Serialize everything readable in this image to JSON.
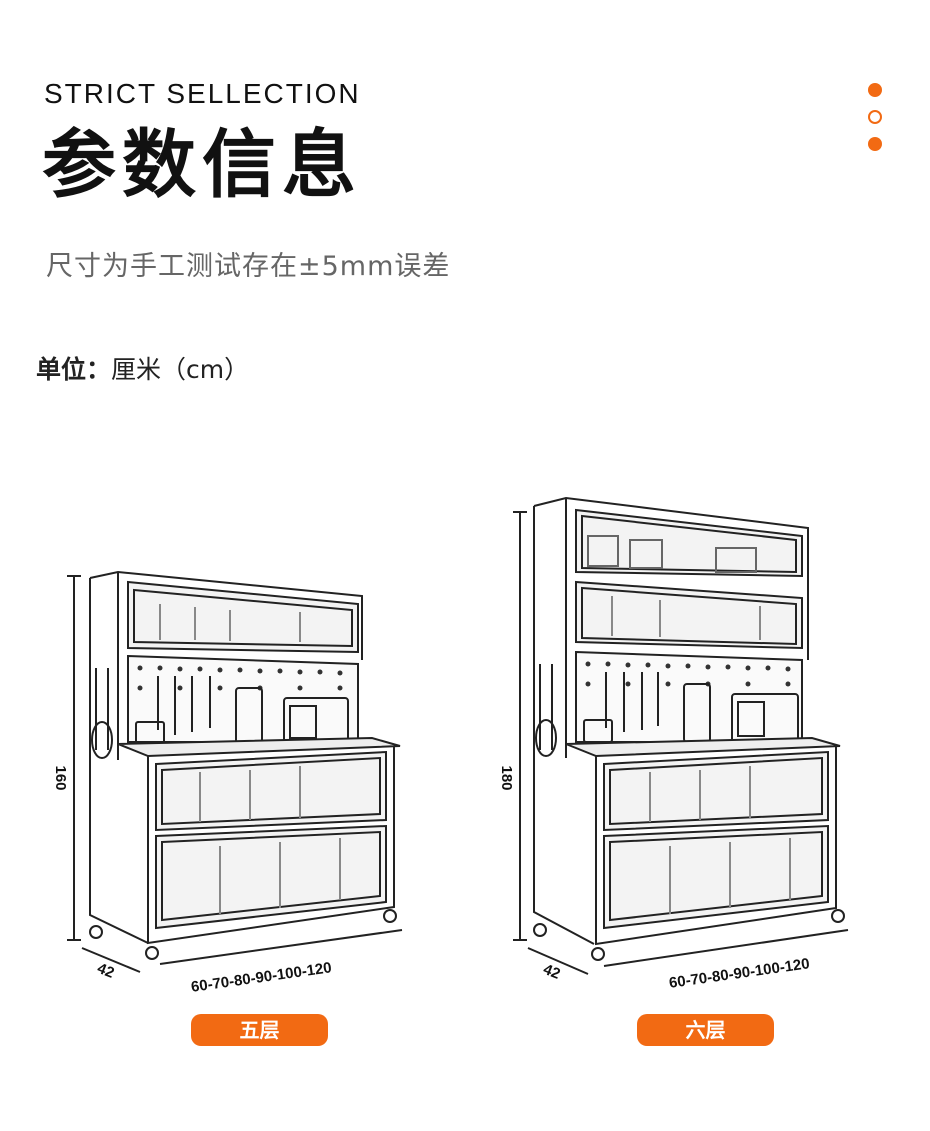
{
  "header": {
    "subtitle": "STRICT SELLECTION",
    "title": "参数信息",
    "note": "尺寸为手工测试存在±5mm误差"
  },
  "unit": {
    "label": "单位：",
    "value": "厘米（cm）"
  },
  "colors": {
    "accent": "#f26a13",
    "text": "#111111",
    "muted": "#666666"
  },
  "products": [
    {
      "height": "160",
      "depth": "42",
      "widths": "60-70-80-90-100-120",
      "label": "五层"
    },
    {
      "height": "180",
      "depth": "42",
      "widths": "60-70-80-90-100-120",
      "label": "六层"
    }
  ]
}
